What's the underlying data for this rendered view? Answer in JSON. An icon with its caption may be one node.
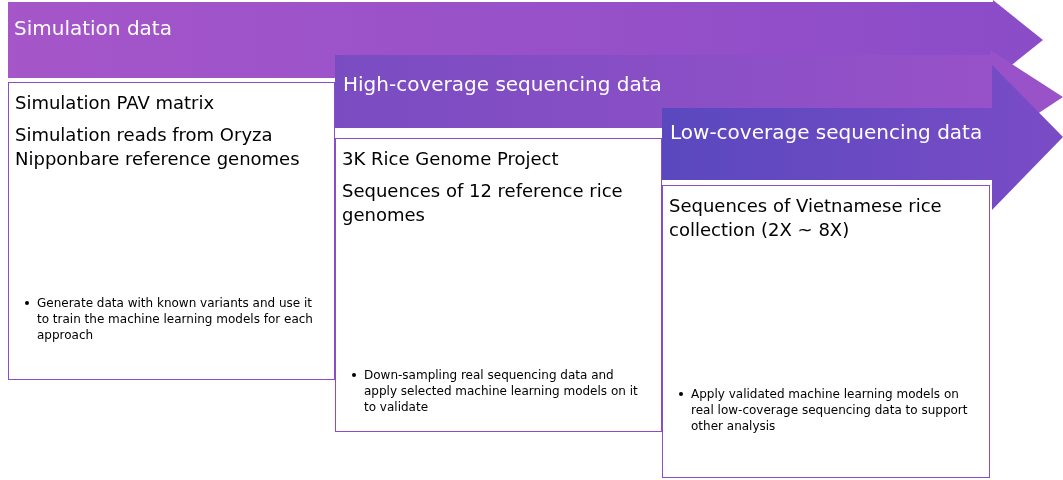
{
  "diagram": {
    "nodes": [
      {
        "text": [
          "Simulation data"
        ]
      },
      {
        "text": [
          "Simulation PAV matrix",
          "Simulation reads from Oryza Nipponbare reference genomes",
          "Generate data with known variants and use it to train the machine learning models for each approach"
        ]
      },
      {
        "text": [
          "High-coverage sequencing data"
        ]
      },
      {
        "text": [
          "3K Rice Genome Project",
          "Sequences of 12 reference rice genomes",
          "Down-sampling real sequencing data and apply selected machine learning models on it to validate"
        ]
      },
      {
        "text": [
          "Low-coverage sequencing data"
        ]
      },
      {
        "text": [
          "Sequences of Vietnamese rice collection (2X ~ 8X)",
          "Apply validated machine learning models on real low-coverage sequencing data to support other analysis"
        ]
      }
    ]
  }
}
